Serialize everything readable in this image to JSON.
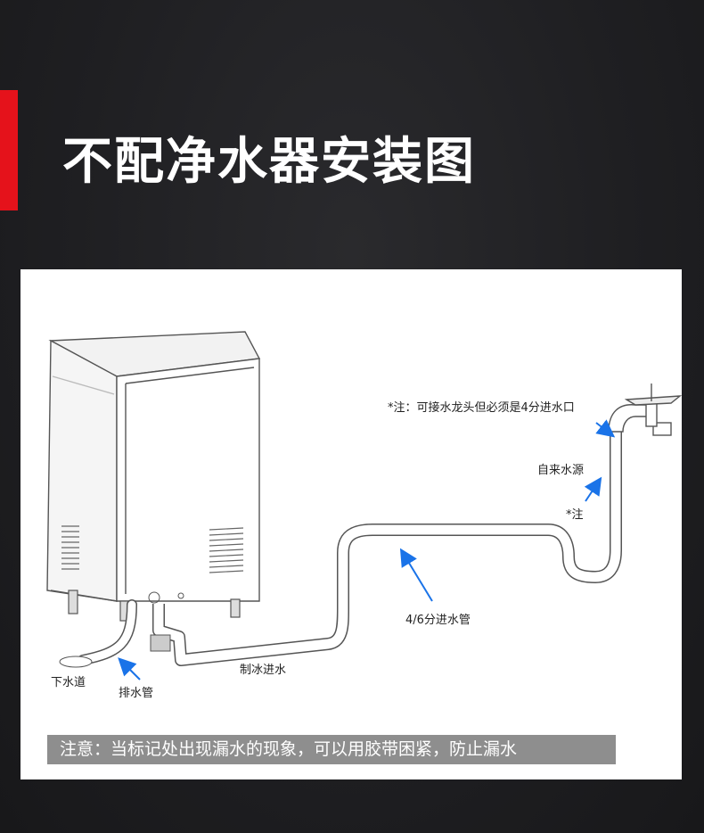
{
  "header": {
    "title": "不配净水器安装图",
    "accent_color": "#e5121b"
  },
  "diagram": {
    "labels": {
      "tap_note": "*注：可接水龙头但必须是4分进水口",
      "water_source": "自来水源",
      "note_marker": "*注",
      "inlet_pipe": "4/6分进水管",
      "ice_inlet": "制冰进水",
      "drain": "下水道",
      "drain_pipe": "排水管"
    },
    "arrow_color": "#1a73e8",
    "warning": "注意：当标记处出现漏水的现象，可以用胶带困紧，防止漏水"
  }
}
